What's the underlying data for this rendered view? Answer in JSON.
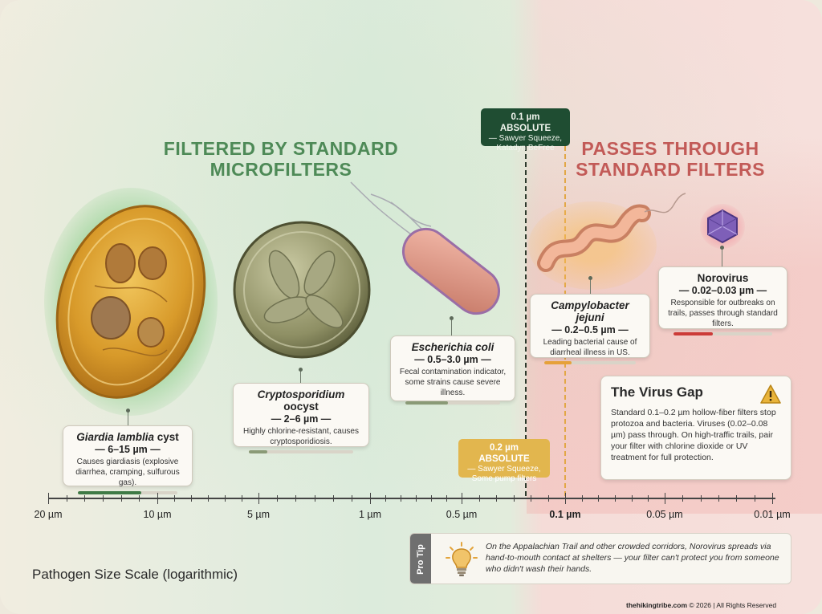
{
  "headings": {
    "filtered": "FILTERED BY STANDARD MICROFILTERS",
    "passes": "PASSES THROUGH STANDARD FILTERS"
  },
  "thresholds": {
    "absolute_01": {
      "value": "0.1 µm ABSOLUTE",
      "examples": "— Sawyer Squeeze, Katadyn BeFree"
    },
    "absolute_02": {
      "value": "0.2 µm ABSOLUTE",
      "examples": "— Sawyer Squeeze, Some pump filters"
    }
  },
  "pathogens": [
    {
      "name": "Giardia lamblia",
      "suffix": " cyst",
      "size": "— 6–15 µm —",
      "desc": "Causes giardiasis (explosive diarrhea, cramping, sulfurous gas).",
      "bar_fill": 0.64,
      "bar_color": "#3f7a46"
    },
    {
      "name": "Cryptosporidium",
      "suffix": " oocyst",
      "size": "— 2–6 µm —",
      "desc": "Highly chlorine-resistant, causes cryptosporidiosis.",
      "bar_fill": 0.18,
      "bar_color": "#8a9a76"
    },
    {
      "name": "Escherichia coli",
      "suffix": "",
      "size": "— 0.5–3.0 µm —",
      "desc": "Fecal contamination indicator, some strains cause severe illness.",
      "bar_fill": 0.45,
      "bar_color": "#8a9a76"
    },
    {
      "name": "Campylobacter jejuni",
      "suffix": "",
      "size": "— 0.2–0.5 µm —",
      "desc": "Leading bacterial cause of diarrheal illness in US.",
      "bar_fill": 0.3,
      "bar_color": "#e6a13a"
    },
    {
      "name": "Norovirus",
      "suffix": "",
      "size": "— 0.02–0.03 µm —",
      "desc": "Responsible for outbreaks on trails, passes through standard filters.",
      "bar_fill": 0.4,
      "bar_color": "#cc3b38"
    }
  ],
  "axis": {
    "ticks": [
      "20 µm",
      "10 µm",
      "5 µm",
      "1 µm",
      "0.5 µm",
      "0.1 µm",
      "0.05 µm",
      "0.01 µm"
    ]
  },
  "virus_gap": {
    "title": "The Virus Gap",
    "body": "Standard 0.1–0.2 µm hollow-fiber filters stop protozoa and bacteria. Viruses (0.02–0.08 µm) pass through. On high-traffic trails, pair your filter with chlorine dioxide or UV treatment for full protection."
  },
  "pro_tip": {
    "tab": "Pro Tip",
    "text": "On the Appalachian Trail and other crowded corridors, Norovirus spreads via hand-to-mouth contact at shelters — your filter can't protect you from someone who didn't wash their hands."
  },
  "footer": {
    "title": "Pathogen Size Scale (logarithmic)",
    "site": "thehikingtribe.com",
    "rights": " © 2026 | All Rights Reserved"
  }
}
